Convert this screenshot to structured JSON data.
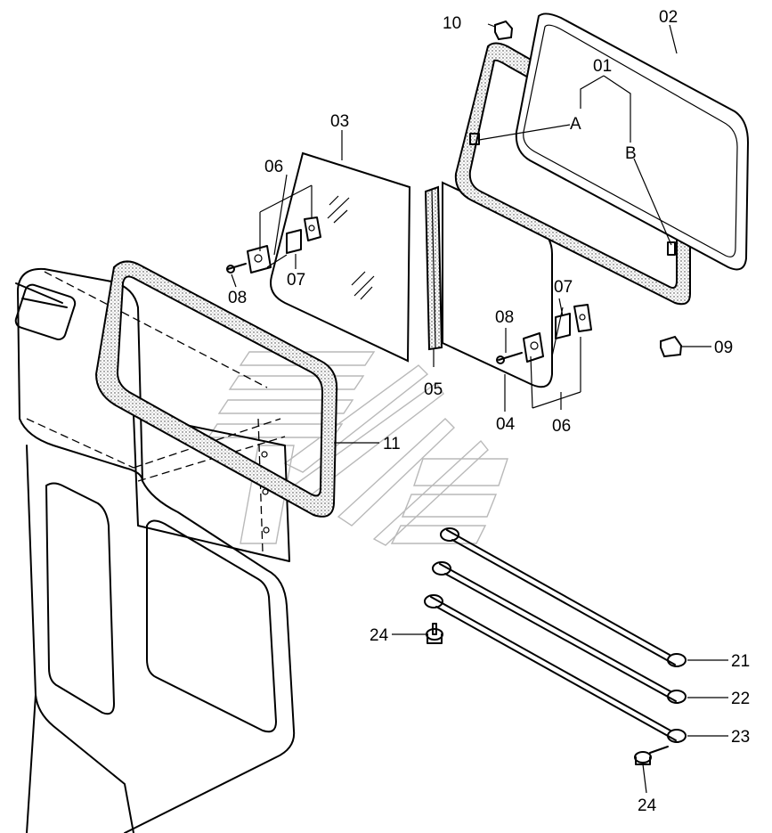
{
  "diagram": {
    "part_labels": {
      "p01": "01",
      "p02": "02",
      "p03": "03",
      "p04": "04",
      "p05": "05",
      "p06a": "06",
      "p06b": "06",
      "p07a": "07",
      "p07b": "07",
      "p08a": "08",
      "p08b": "08",
      "p09": "09",
      "p10": "10",
      "p11": "11",
      "p21": "21",
      "p22": "22",
      "p23": "23",
      "p24a": "24",
      "p24b": "24",
      "pA": "A",
      "pB": "B"
    }
  }
}
